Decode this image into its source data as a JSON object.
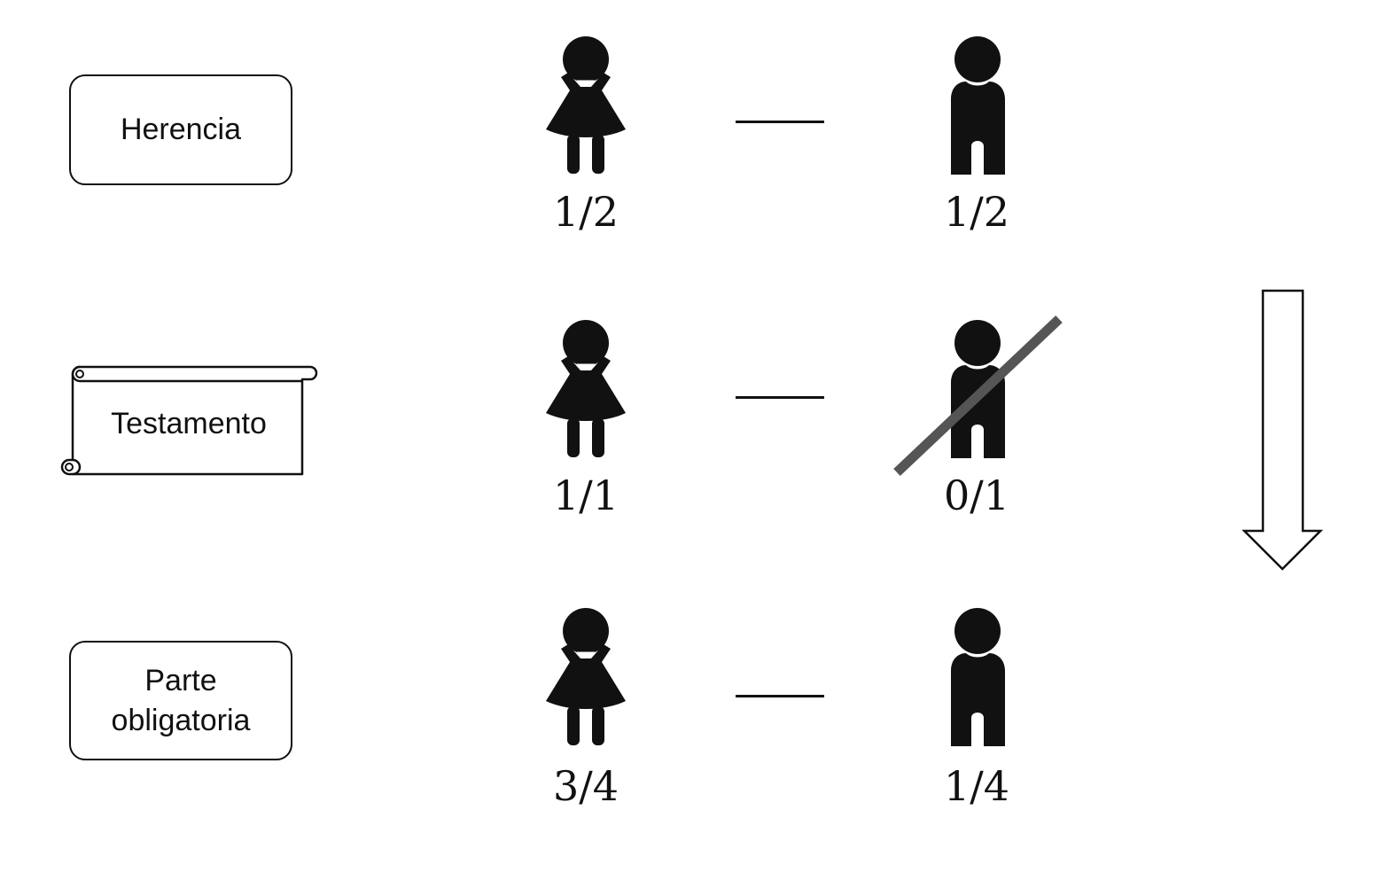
{
  "rows": [
    {
      "label_lines": [
        "Herencia"
      ],
      "label_shape": "rounded-box",
      "female_share": "1/2",
      "male_share": "1/2",
      "male_crossed_out": false
    },
    {
      "label_lines": [
        "Testamento"
      ],
      "label_shape": "scroll",
      "female_share": "1/1",
      "male_share": "0/1",
      "male_crossed_out": true
    },
    {
      "label_lines": [
        "Parte",
        "obligatoria"
      ],
      "label_shape": "rounded-box",
      "female_share": "3/4",
      "male_share": "1/4",
      "male_crossed_out": false
    }
  ],
  "icons": {
    "female": "female-person-icon",
    "male": "male-person-icon",
    "arrow": "down-arrow-icon"
  },
  "colors": {
    "foreground": "#111111",
    "strike": "#555555",
    "background": "#ffffff"
  }
}
